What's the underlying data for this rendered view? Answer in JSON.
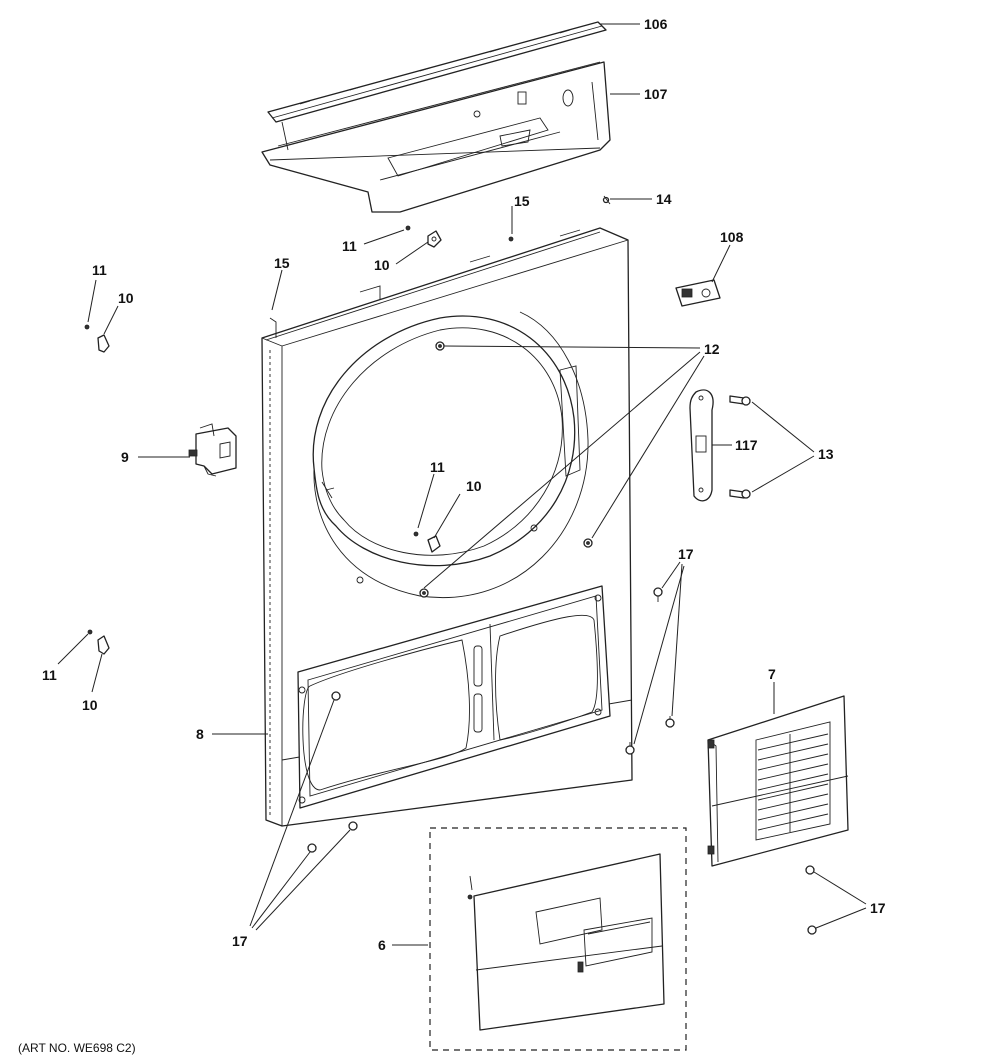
{
  "diagram": {
    "art_number": "(ART NO. WE698 C2)",
    "callouts": {
      "p106": "106",
      "p107": "107",
      "p14": "14",
      "p15a": "15",
      "p11a": "11",
      "p10a": "10",
      "p108": "108",
      "p11b": "11",
      "p10b": "10",
      "p15b": "15",
      "p12": "12",
      "p9": "9",
      "p117": "117",
      "p13": "13",
      "p11c": "11",
      "p10c": "10",
      "p17a": "17",
      "p7": "7",
      "p11d": "11",
      "p10d": "10",
      "p8": "8",
      "p17b": "17",
      "p6": "6",
      "p17c": "17"
    }
  }
}
